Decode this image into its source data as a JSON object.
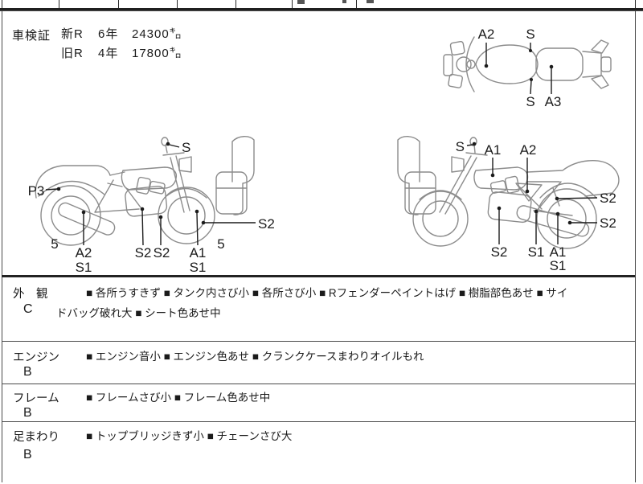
{
  "header": {
    "title": "車検証",
    "rows": [
      {
        "era": "新R",
        "years": "6年",
        "mileage": "24300㌔"
      },
      {
        "era": "旧R",
        "years": "4年",
        "mileage": "17800㌔"
      }
    ]
  },
  "diagrams": {
    "top_view": {
      "labels": [
        "A2",
        "S",
        "S",
        "A3"
      ]
    },
    "left_view": {
      "labels": [
        "S",
        "P3",
        "5",
        "A2",
        "S1",
        "S2",
        "S2",
        "A1",
        "S1",
        "5",
        "S2"
      ]
    },
    "right_view": {
      "labels": [
        "S",
        "A1",
        "A2",
        "S2",
        "S2",
        "S2",
        "S1",
        "A1",
        "S1"
      ]
    }
  },
  "notes_table": {
    "rows": [
      {
        "label": "外　観",
        "grade": "C",
        "items": "■ 各所うすきず ■ タンク内さび小 ■ 各所さび小 ■ Rフェンダーペイントはげ ■ 樹脂部色あせ ■ サイ\nドバッグ破れ大 ■ シート色あせ中"
      },
      {
        "label": "エンジン",
        "grade": "B",
        "items": "■ エンジン音小 ■ エンジン色あせ ■ クランクケースまわりオイルもれ"
      },
      {
        "label": "フレーム",
        "grade": "B",
        "items": "■ フレームさび小 ■ フレーム色あせ中"
      },
      {
        "label": "足まわり",
        "grade": "B",
        "items": "■ トップブリッジきず小 ■ チェーンさび大"
      }
    ]
  },
  "colors": {
    "background": "#ffffff",
    "sketch_line": "#8c8c8c",
    "annotation": "#1c1c1c",
    "border": "#4a4a4a"
  }
}
